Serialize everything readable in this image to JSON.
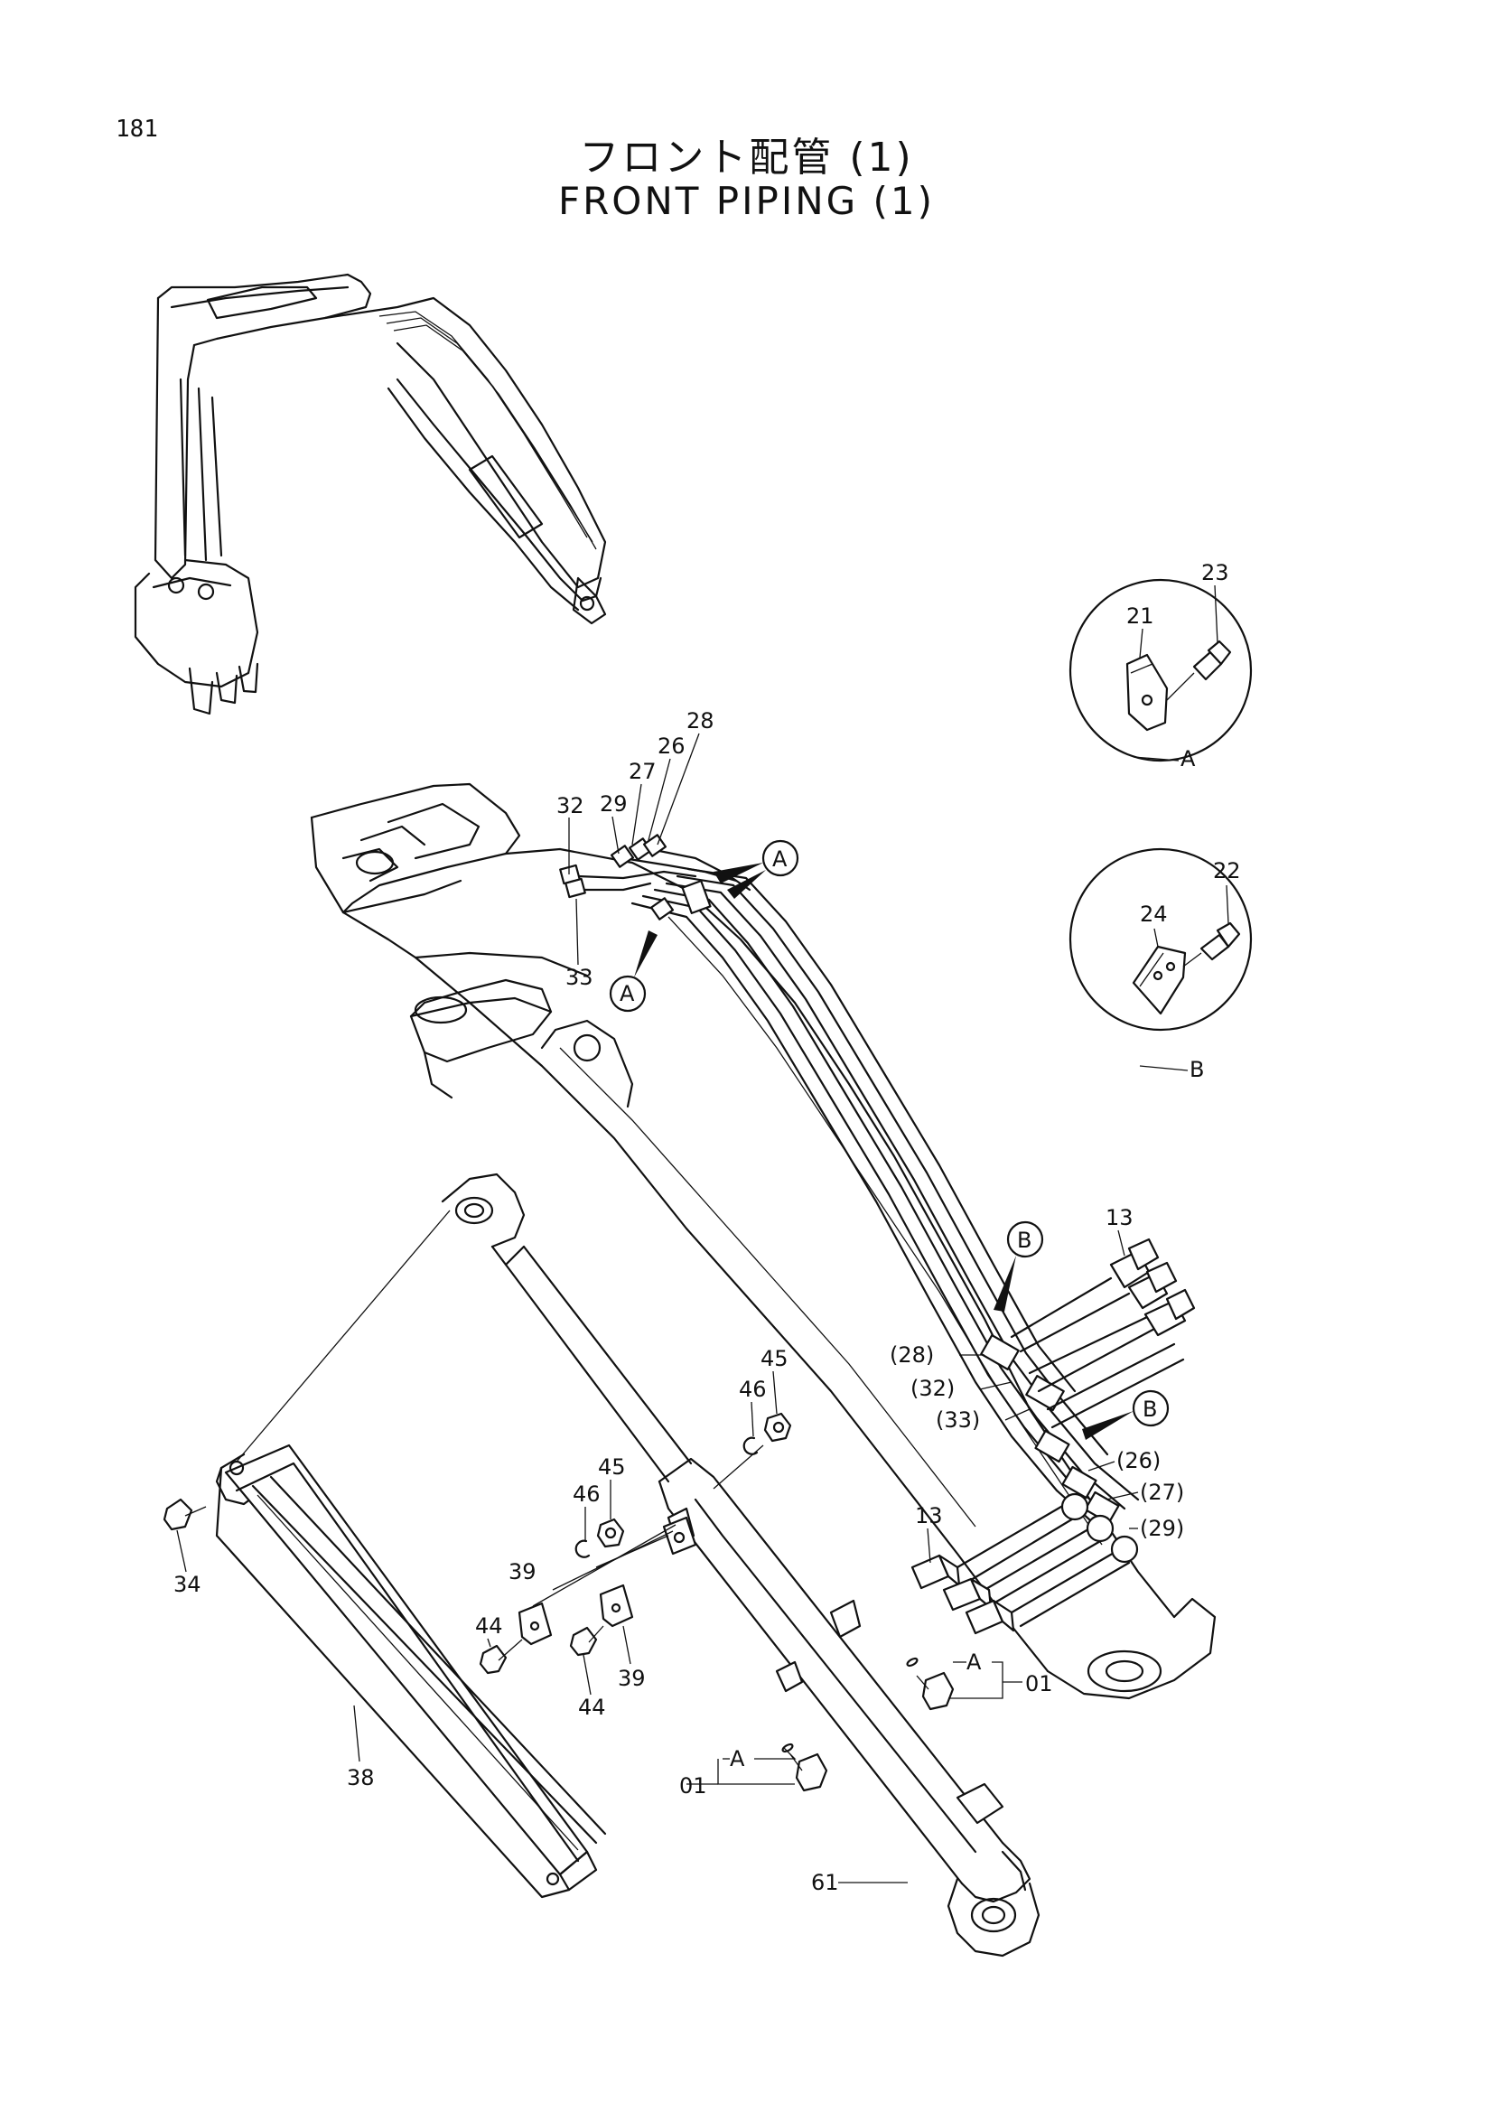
{
  "page_number": "181",
  "title_jp": "フロント配管 (1)",
  "title_en": "FRONT PIPING (1)",
  "detail_views": [
    {
      "id": "A",
      "label": "A",
      "parts": [
        "21",
        "23"
      ]
    },
    {
      "id": "B",
      "label": "B",
      "parts": [
        "24",
        "22"
      ]
    }
  ],
  "view_markers": [
    "A",
    "A",
    "B",
    "B"
  ],
  "part_labels": {
    "p01a": "01",
    "p01b": "01",
    "p13a": "13",
    "p13b": "13",
    "p21": "21",
    "p22": "22",
    "p23": "23",
    "p24": "24",
    "p26": "26",
    "p27": "27",
    "p28": "28",
    "p29": "29",
    "p32": "32",
    "p33": "33",
    "p34": "34",
    "p38": "38",
    "p39a": "39",
    "p39b": "39",
    "p44a": "44",
    "p44b": "44",
    "p45a": "45",
    "p45b": "45",
    "p46a": "46",
    "p46b": "46",
    "p61": "61",
    "r26": "(26)",
    "r27": "(27)",
    "r28": "(28)",
    "r29": "(29)",
    "r32": "(32)",
    "r33": "(33)",
    "refA1": "A",
    "refA2": "A"
  }
}
